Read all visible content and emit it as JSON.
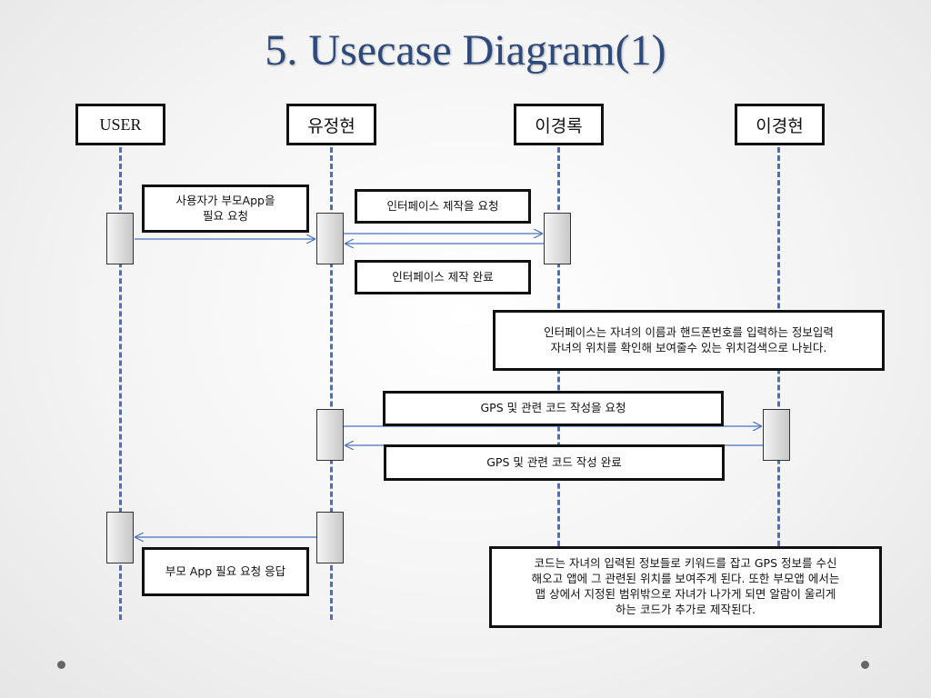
{
  "slide": {
    "title": "5. Usecase Diagram(1)"
  },
  "actors": [
    {
      "id": "user",
      "label": "USER"
    },
    {
      "id": "yoo",
      "label": "유정현"
    },
    {
      "id": "lee1",
      "label": "이경록"
    },
    {
      "id": "lee2",
      "label": "이경현"
    }
  ],
  "messages": {
    "m1": "사용자가 부모App을\n필요 요청",
    "m2": "인터페이스 제작을 요청",
    "m3": "인터페이스 제작 완료",
    "m4": "인터페이스는 자녀의 이름과 핸드폰번호를 입력하는 정보입력\n자녀의 위치를 확인해 보여줄수 있는 위치검색으로 나뉜다.",
    "m5": "GPS 및 관련 코드 작성을 요청",
    "m6": "GPS 및 관련 코드 작성 완료",
    "m7": "부모 App 필요 요청 응답",
    "m8": "코드는 자녀의 입력된 정보들로 키워드를 잡고 GPS 정보를 수신\n해오고 앱에 그 관련된 위치를 보여주게 된다. 또한 부모앱 에서는\n맵 상에서 지정된 범위밖으로 자녀가 나가게 되면 알람이 울리게\n하는 코드가 추가로 제작된다."
  },
  "colors": {
    "title": "#2e4a7a",
    "lifeline": "#4a6fc0",
    "arrow": "#4a6fc0"
  }
}
